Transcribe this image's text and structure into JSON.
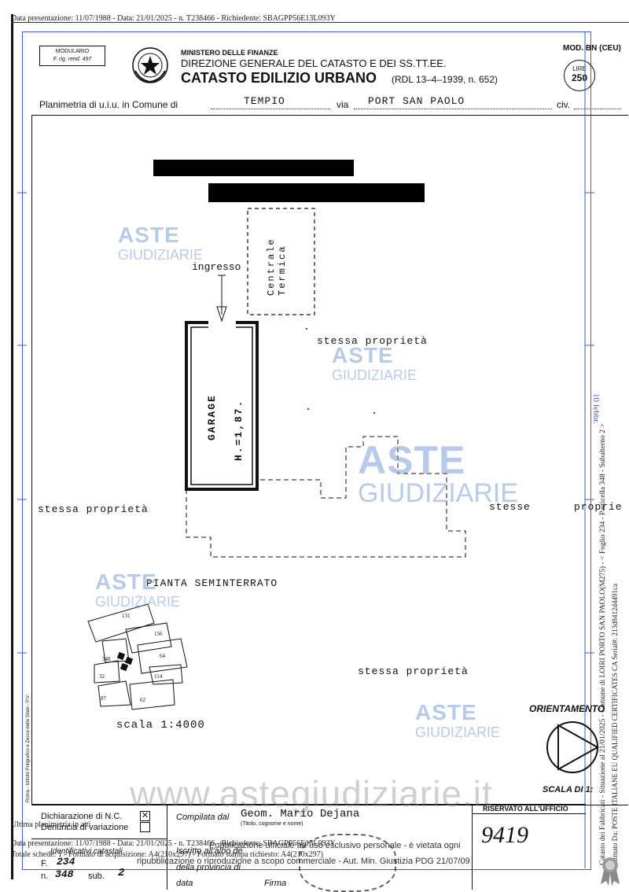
{
  "top_header": "Data presentazione: 11/07/1988 - Data: 21/01/2025 - n. T238466 - Richiedente: SBAGPP56E13L093Y",
  "form": {
    "modulario_label": "MODULARIO",
    "modulario_sub": "F. rig. rend. 497",
    "ministry": "MINISTERO DELLE FINANZE",
    "direction": "DIREZIONE GENERALE DEL CATASTO E DEI SS.TT.EE.",
    "catasto": "CATASTO EDILIZIO URBANO",
    "law": "(RDL 13–4–1939, n. 652)",
    "mod_code": "MOD. BN (CEU)",
    "lire_label": "LIRE",
    "lire_value": "250",
    "planimetria_label": "Planimetria di u.i.u. in Comune di",
    "comune_value": "TEMPIO",
    "via_label": "via",
    "via_value": "PORT SAN PAOLO",
    "civ_label": "civ."
  },
  "plan": {
    "ingresso": "ingresso",
    "centrale_termica": "Centrale\nTermica",
    "stessa_proprieta": "stessa proprietà",
    "stessa_proprieta_right_1": "stesse",
    "stessa_proprieta_right_2": "proprie",
    "garage_label": "GARAGE",
    "garage_height": "H.=1,87.",
    "pianta": "PIANTA SEMINTERRATO",
    "scala": "scala 1:4000",
    "orientamento": "ORIENTAMENTO",
    "scala_di": "SCALA DI 1:",
    "vertical_tag": "10 febbr."
  },
  "watermarks": {
    "aste": "ASTE",
    "giudiziarie": "GIUDIZIARIE",
    "site": "www.astegiudiziarie.it"
  },
  "right_margin_text": "Catasto dei Fabbricati - Situazione al 21/01/2025 - Comune di LOIRI PORTO SAN PAOLO(M275) - < Foglio 234 - Particella 348 - Subalterno 2 >",
  "right_margin_text2": "Firmato Da: POSTE ITALIANE EU QUALIFIED CERTIFICATES CA Serial#: 213d8412d4491ca",
  "footer": {
    "dichiarazione": "Dichiarazione di N.C.",
    "denuncia": "Denuncia di variazione",
    "compilata_label": "Compilata dal",
    "compilata_value": "Geom. Mario Dejana",
    "compilata_hint": "(Titolo, cognome e nome)",
    "riservato": "RISERVATO ALL'UFFICIO",
    "riservato_value": "9419",
    "identificativi": "Identificativi catastali",
    "f_label": "F.",
    "f_value": "234",
    "n_label": "n.",
    "n_value": "348",
    "sub_label": "sub.",
    "sub_value": "2",
    "iscritto": "Iscritto all'albo de",
    "provincia": "della provincia di",
    "data": "data",
    "firma": "Firma",
    "ultima_planimetria": "Ultima planimetria in atti",
    "data_presentazione": "Data presentazione: 11/07/1988 - Data: 21/01/2025 - n. T238466 - Richiedente: SBAGPP56E13L093Y",
    "totale_schede": "Totale schede: 1 - Formato di acquisizione: A4(210x297) - Formato stampa richiesto: A4(210x297)",
    "pubblicazione": "Pubblicazione ufficiale ad uso esclusivo personale - è vietata ogni",
    "ripubblicazione": "ripubblicazione o riproduzione a scopo commerciale - Aut. Min. Giustizia PDG 21/07/09",
    "stamp": "Roma - Istituto Poligrafico e Zecca dello Stato - P.V."
  }
}
